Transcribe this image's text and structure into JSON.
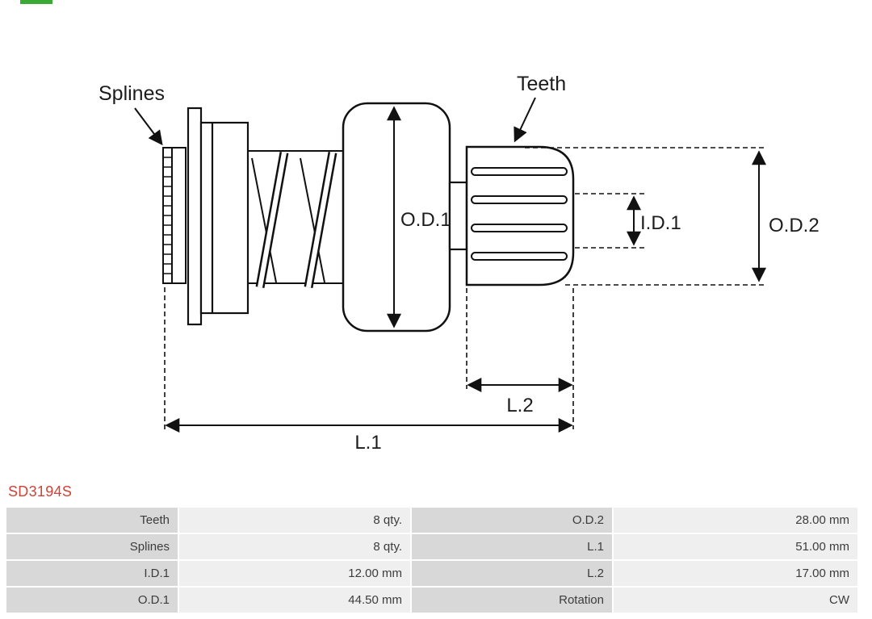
{
  "part_number": "SD3194S",
  "diagram": {
    "labels": {
      "splines": "Splines",
      "teeth": "Teeth",
      "od1": "O.D.1",
      "id1": "I.D.1",
      "od2": "O.D.2",
      "l2": "L.2",
      "l1": "L.1"
    }
  },
  "table": {
    "rows": [
      {
        "c1_label": "Teeth",
        "c1_value": "8 qty.",
        "c2_label": "O.D.2",
        "c2_value": "28.00 mm"
      },
      {
        "c1_label": "Splines",
        "c1_value": "8 qty.",
        "c2_label": "L.1",
        "c2_value": "51.00 mm"
      },
      {
        "c1_label": "I.D.1",
        "c1_value": "12.00 mm",
        "c2_label": "L.2",
        "c2_value": "17.00 mm"
      },
      {
        "c1_label": "O.D.1",
        "c1_value": "44.50 mm",
        "c2_label": "Rotation",
        "c2_value": "CW"
      }
    ]
  },
  "colors": {
    "part_number_text": "#cc4437",
    "table_label_bg": "#d8d8d8",
    "table_value_bg": "#efefef",
    "logo_green": "#3aaa35",
    "line_color": "#111111"
  }
}
